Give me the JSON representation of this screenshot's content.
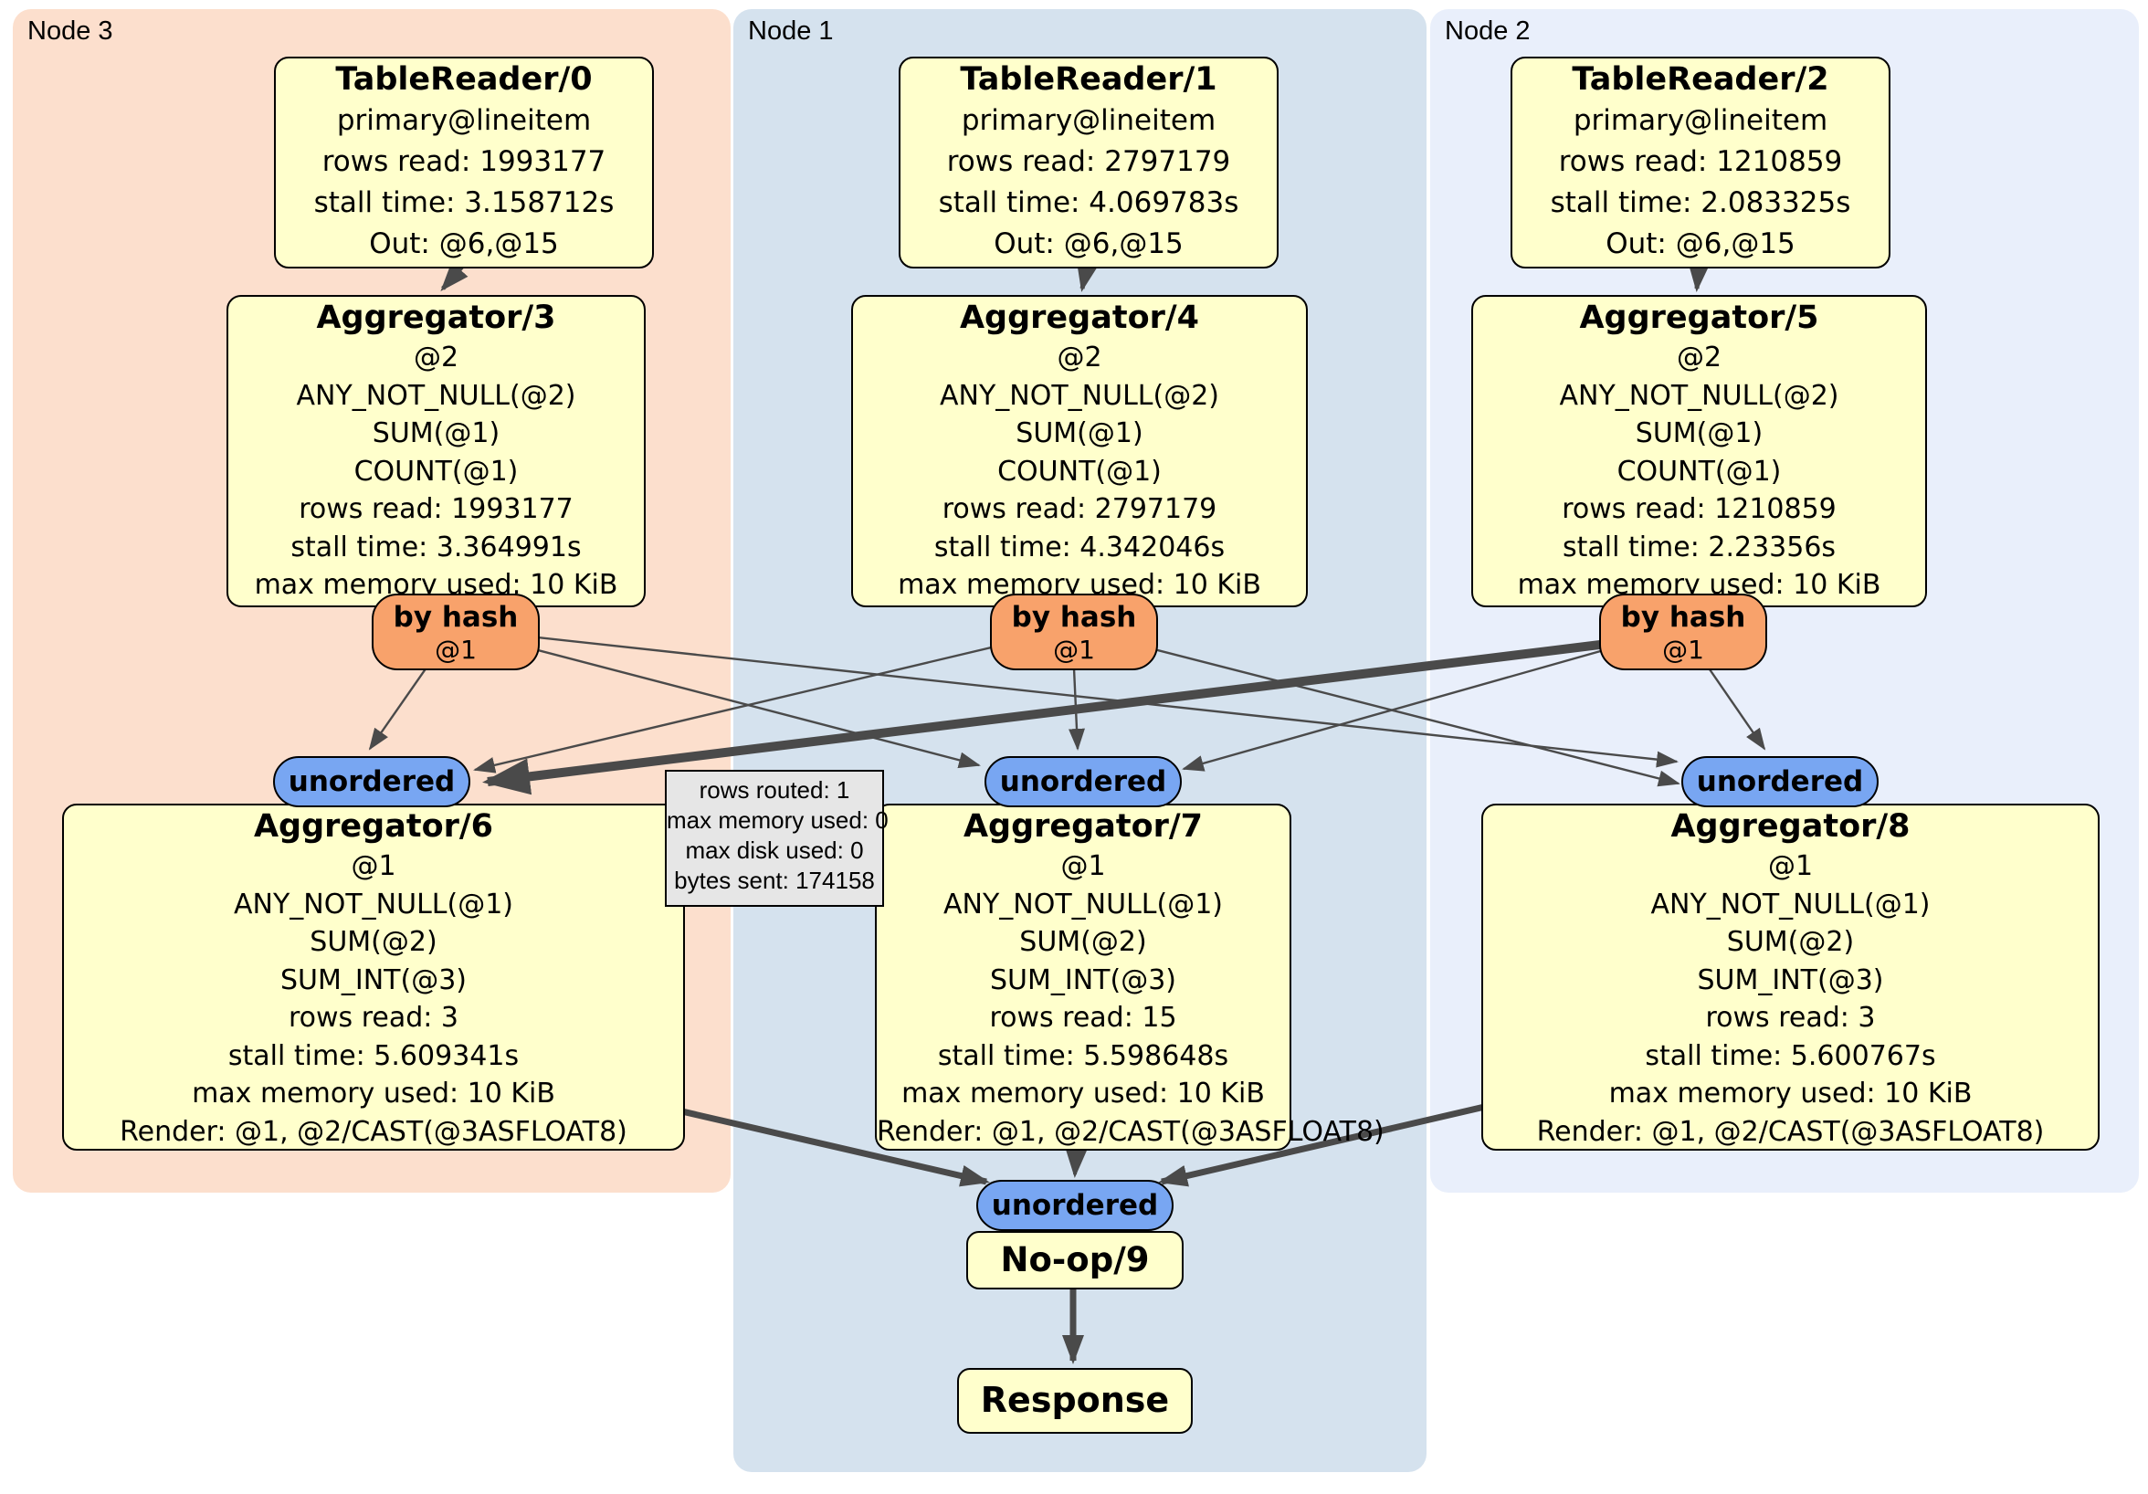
{
  "colors": {
    "node3-bg": "#fcdfcd",
    "node1-bg": "#d5e2ee",
    "node2-bg": "#e9effb",
    "box-bg": "#ffffcc",
    "box-border": "#000000",
    "hash-bg": "#f8a26b",
    "stream-bg": "#78a6f2",
    "edge": "#4a4a4a",
    "tooltip-bg": "#e6e6e6"
  },
  "regions": {
    "node3": {
      "label": "Node 3"
    },
    "node1": {
      "label": "Node 1"
    },
    "node2": {
      "label": "Node 2"
    }
  },
  "processors": {
    "tr0": {
      "title": "TableReader/0",
      "lines": [
        "primary@lineitem",
        "rows read: 1993177",
        "stall time: 3.158712s",
        "Out: @6,@15"
      ]
    },
    "tr1": {
      "title": "TableReader/1",
      "lines": [
        "primary@lineitem",
        "rows read: 2797179",
        "stall time: 4.069783s",
        "Out: @6,@15"
      ]
    },
    "tr2": {
      "title": "TableReader/2",
      "lines": [
        "primary@lineitem",
        "rows read: 1210859",
        "stall time: 2.083325s",
        "Out: @6,@15"
      ]
    },
    "agg3": {
      "title": "Aggregator/3",
      "lines": [
        "@2",
        "ANY_NOT_NULL(@2)",
        "SUM(@1)",
        "COUNT(@1)",
        "rows read: 1993177",
        "stall time: 3.364991s",
        "max memory used: 10 KiB"
      ]
    },
    "agg4": {
      "title": "Aggregator/4",
      "lines": [
        "@2",
        "ANY_NOT_NULL(@2)",
        "SUM(@1)",
        "COUNT(@1)",
        "rows read: 2797179",
        "stall time: 4.342046s",
        "max memory used: 10 KiB"
      ]
    },
    "agg5": {
      "title": "Aggregator/5",
      "lines": [
        "@2",
        "ANY_NOT_NULL(@2)",
        "SUM(@1)",
        "COUNT(@1)",
        "rows read: 1210859",
        "stall time: 2.23356s",
        "max memory used: 10 KiB"
      ]
    },
    "agg6": {
      "title": "Aggregator/6",
      "lines": [
        "@1",
        "ANY_NOT_NULL(@1)",
        "SUM(@2)",
        "SUM_INT(@3)",
        "rows read: 3",
        "stall time: 5.609341s",
        "max memory used: 10 KiB",
        "Render: @1, @2/CAST(@3ASFLOAT8)"
      ]
    },
    "agg7": {
      "title": "Aggregator/7",
      "lines": [
        "@1",
        "ANY_NOT_NULL(@1)",
        "SUM(@2)",
        "SUM_INT(@3)",
        "rows read: 15",
        "stall time: 5.598648s",
        "max memory used: 10 KiB",
        "Render: @1, @2/CAST(@3ASFLOAT8)"
      ]
    },
    "agg8": {
      "title": "Aggregator/8",
      "lines": [
        "@1",
        "ANY_NOT_NULL(@1)",
        "SUM(@2)",
        "SUM_INT(@3)",
        "rows read: 3",
        "stall time: 5.600767s",
        "max memory used: 10 KiB",
        "Render: @1, @2/CAST(@3ASFLOAT8)"
      ]
    },
    "noop": {
      "title": "No-op/9"
    },
    "response": {
      "title": "Response"
    }
  },
  "routers": {
    "hash_label": "by hash",
    "hash_sub": "@1",
    "stream_label": "unordered"
  },
  "tooltip": {
    "lines": [
      "rows routed: 1",
      "max memory used: 0",
      "max disk used: 0",
      "bytes sent: 174158"
    ]
  }
}
